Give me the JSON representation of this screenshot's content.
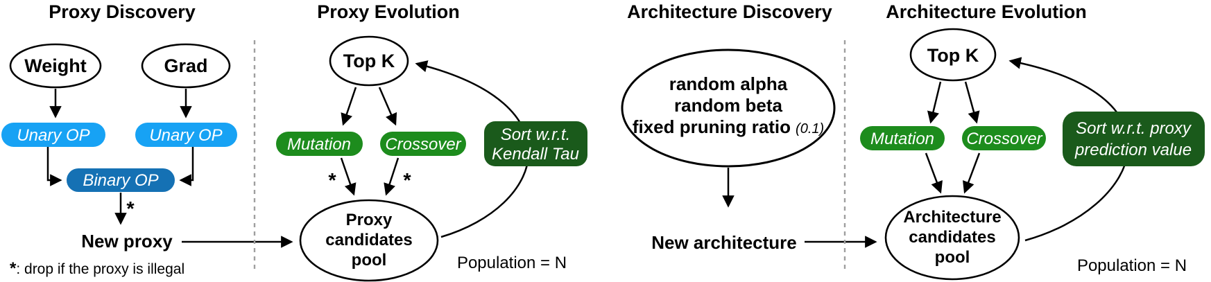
{
  "colors": {
    "unary_blue": "#17a2f4",
    "binary_blue": "#1571b4",
    "green": "#1d8c1d",
    "dark_green": "#1a5a1b",
    "outline": "#000000",
    "divider_gray": "#9f9f9f"
  },
  "panel1": {
    "title": "Proxy Discovery",
    "weight": "Weight",
    "grad": "Grad",
    "unary_left": "Unary OP",
    "unary_right": "Unary OP",
    "binary": "Binary OP",
    "star": "*",
    "new_proxy": "New proxy",
    "footnote_star": "*",
    "footnote_rest": ": drop if the proxy is illegal"
  },
  "panel2": {
    "title": "Proxy Evolution",
    "top_k": "Top K",
    "mutation": "Mutation",
    "crossover": "Crossover",
    "sort_line1": "Sort w.r.t.",
    "sort_line2": "Kendall Tau",
    "star_left": "*",
    "star_right": "*",
    "pool_line1": "Proxy",
    "pool_line2": "candidates",
    "pool_line3": "pool",
    "population": "Population = N"
  },
  "panel3": {
    "title": "Architecture Discovery",
    "ellipse_line1": "random alpha",
    "ellipse_line2": "random beta",
    "ellipse_line3": "fixed pruning ratio",
    "ellipse_line3_note": "(0.1)",
    "new_architecture": "New architecture"
  },
  "panel4": {
    "title": "Architecture Evolution",
    "top_k": "Top K",
    "mutation": "Mutation",
    "crossover": "Crossover",
    "sort_line1": "Sort w.r.t. proxy",
    "sort_line2": "prediction value",
    "pool_line1": "Architecture",
    "pool_line2": "candidates",
    "pool_line3": "pool",
    "population": "Population = N"
  }
}
